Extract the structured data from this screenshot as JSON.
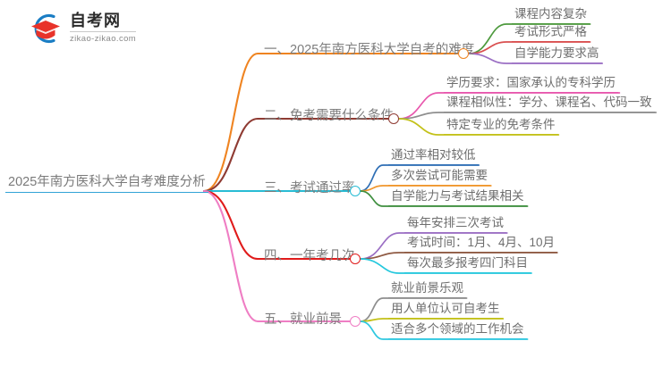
{
  "logo": {
    "name_cn": "自考网",
    "url": "zikao-zikao.com",
    "mark_arc_color": "#1a7dc4",
    "mark_cap_color": "#e8332a"
  },
  "mindmap": {
    "root": {
      "label": "2025年南方医科大学自考难度分析",
      "color": "#31a3d6"
    },
    "branches": [
      {
        "label": "一、2025年南方医科大学自考的难度",
        "color": "#ef8421",
        "children": [
          {
            "label": "课程内容复杂",
            "color": "#4e9a3e"
          },
          {
            "label": "考试形式严格",
            "color": "#d94f4f"
          },
          {
            "label": "自学能力要求高",
            "color": "#9b6fc4"
          }
        ]
      },
      {
        "label": "二、免考需要什么条件",
        "color": "#8f3b33",
        "children": [
          {
            "label": "学历要求：国家承认的专科学历",
            "color": "#e857ad"
          },
          {
            "label": "课程相似性：学分、课程名、代码一致",
            "color": "#8e8e8e"
          },
          {
            "label": "特定专业的免考条件",
            "color": "#c3c119"
          }
        ]
      },
      {
        "label": "三、考试通过率",
        "color": "#28bcd4",
        "children": [
          {
            "label": "通过率相对较低",
            "color": "#2f6fb5"
          },
          {
            "label": "多次尝试可能需要",
            "color": "#f0962c"
          },
          {
            "label": "自学能力与考试结果相关",
            "color": "#3f8f3f"
          }
        ]
      },
      {
        "label": "四、一年考几次",
        "color": "#e01b1b",
        "children": [
          {
            "label": "每年安排三次考试",
            "color": "#9b6fc4"
          },
          {
            "label": "考试时间：1月、4月、10月",
            "color": "#8f5a43"
          },
          {
            "label": "每次最多报考四门科目",
            "color": "#24c8dd"
          }
        ]
      },
      {
        "label": "五、就业前景",
        "color": "#ef7ec4",
        "children": [
          {
            "label": "就业前景乐观",
            "color": "#8e8e8e"
          },
          {
            "label": "用人单位认可自考生",
            "color": "#c3c119"
          },
          {
            "label": "适合多个领域的工作机会",
            "color": "#2ec8e0"
          }
        ]
      }
    ]
  }
}
